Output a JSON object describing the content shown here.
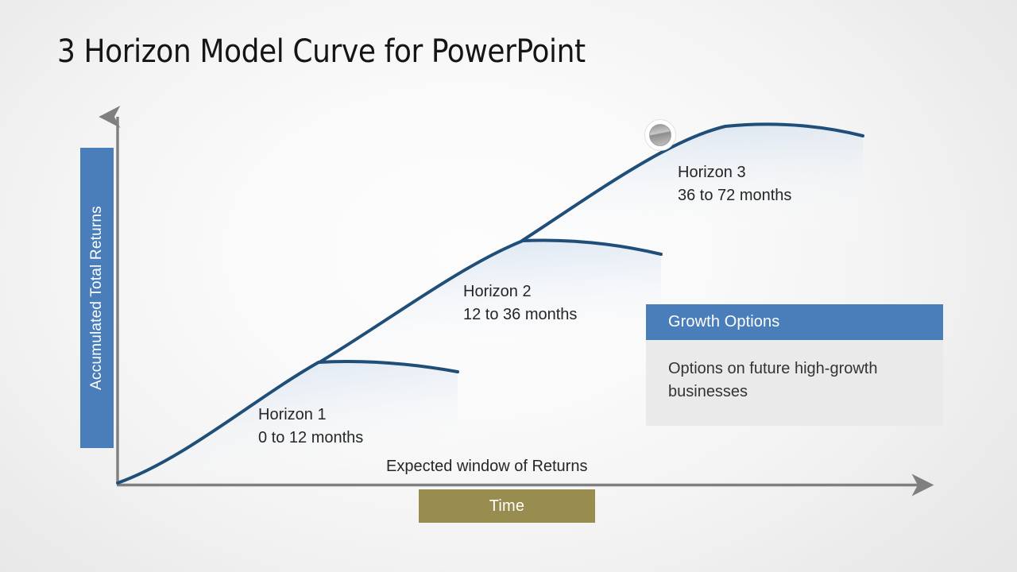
{
  "slide": {
    "title": "3 Horizon Model Curve for PowerPoint"
  },
  "axes": {
    "y_label": "Accumulated Total Returns",
    "x_label": "Time",
    "x_sub_label": "Expected window of Returns"
  },
  "horizons": [
    {
      "name": "Horizon 1",
      "range": "0 to 12 months"
    },
    {
      "name": "Horizon 2",
      "range": "12 to 36 months"
    },
    {
      "name": "Horizon 3",
      "range": "36 to 72 months"
    }
  ],
  "callout": {
    "title": "Growth Options",
    "body": "Options on future high-growth businesses"
  },
  "colors": {
    "accent_blue": "#4a7ebb",
    "curve_navy": "#1f4e79",
    "time_olive": "#998c4f",
    "axis_gray": "#808080",
    "callout_body_bg": "#eaeaea"
  },
  "chart_data": {
    "type": "line",
    "title": "3 Horizon Model Curve for PowerPoint",
    "xlabel": "Time",
    "ylabel": "Accumulated Total Returns",
    "xlim": [
      0,
      72
    ],
    "ylim": [
      0,
      100
    ],
    "grid": false,
    "legend": "none",
    "annotations": [
      "Horizon 1 — 0 to 12 months",
      "Horizon 2 — 12 to 36 months",
      "Horizon 3 — 36 to 72 months",
      "Expected window of Returns",
      "Growth Options"
    ],
    "markers": [
      {
        "label": "growth-options-marker",
        "x": 48,
        "y": 96,
        "series": "Horizon 3"
      }
    ],
    "series": [
      {
        "name": "Horizon 1",
        "x": [
          0,
          3,
          6,
          9,
          12,
          16,
          21,
          26,
          30
        ],
        "values": [
          0,
          16,
          30,
          41,
          48,
          52,
          53,
          52,
          51
        ]
      },
      {
        "name": "Horizon 2",
        "x": [
          12,
          17,
          22,
          27,
          32,
          38,
          44,
          50,
          56
        ],
        "values": [
          53,
          63,
          73,
          81,
          86,
          88,
          88,
          87,
          86
        ]
      },
      {
        "name": "Horizon 3",
        "x": [
          33,
          38,
          43,
          48,
          53,
          58,
          64,
          69,
          74
        ],
        "values": [
          88,
          92,
          95,
          96,
          99,
          100,
          100,
          99,
          97
        ]
      }
    ]
  }
}
